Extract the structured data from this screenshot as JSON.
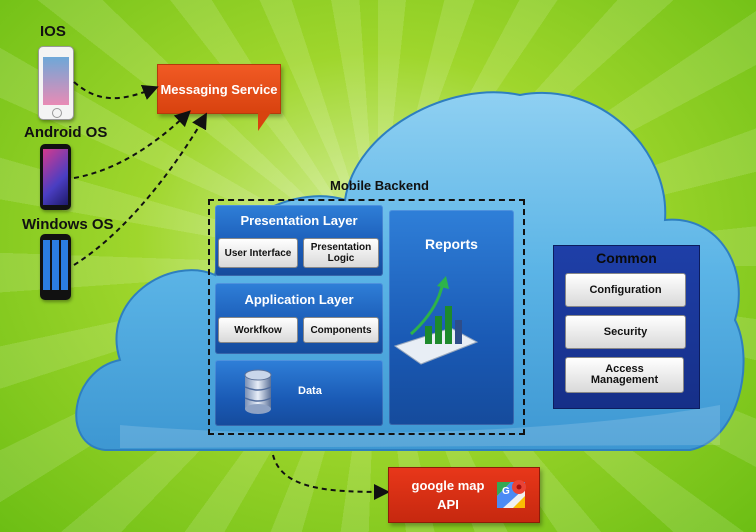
{
  "devices": {
    "ios_label": "IOS",
    "android_label": "Android OS",
    "windows_label": "Windows OS"
  },
  "messaging_service": "Messaging Service",
  "mobile_backend": {
    "title": "Mobile Backend",
    "presentation_layer": {
      "title": "Presentation Layer",
      "items": [
        "User Interface",
        "Presentation Logic"
      ]
    },
    "application_layer": {
      "title": "Application Layer",
      "items": [
        "Workfkow",
        "Components"
      ]
    },
    "data_label": "Data",
    "reports_label": "Reports"
  },
  "common": {
    "title": "Common",
    "items": [
      "Configuration",
      "Security",
      "Access Management"
    ]
  },
  "google_map": "google map API",
  "icons": [
    "ios-phone-icon",
    "android-phone-icon",
    "windows-phone-icon",
    "database-icon",
    "reports-chart-icon",
    "google-maps-icon"
  ],
  "colors": {
    "background": "#9fd62c",
    "cloud": "#5bb4e6",
    "layer_blue": "#1a5ab5",
    "messaging_orange": "#f15a24",
    "google_red": "#e8371a",
    "common_navy": "#162f88"
  }
}
